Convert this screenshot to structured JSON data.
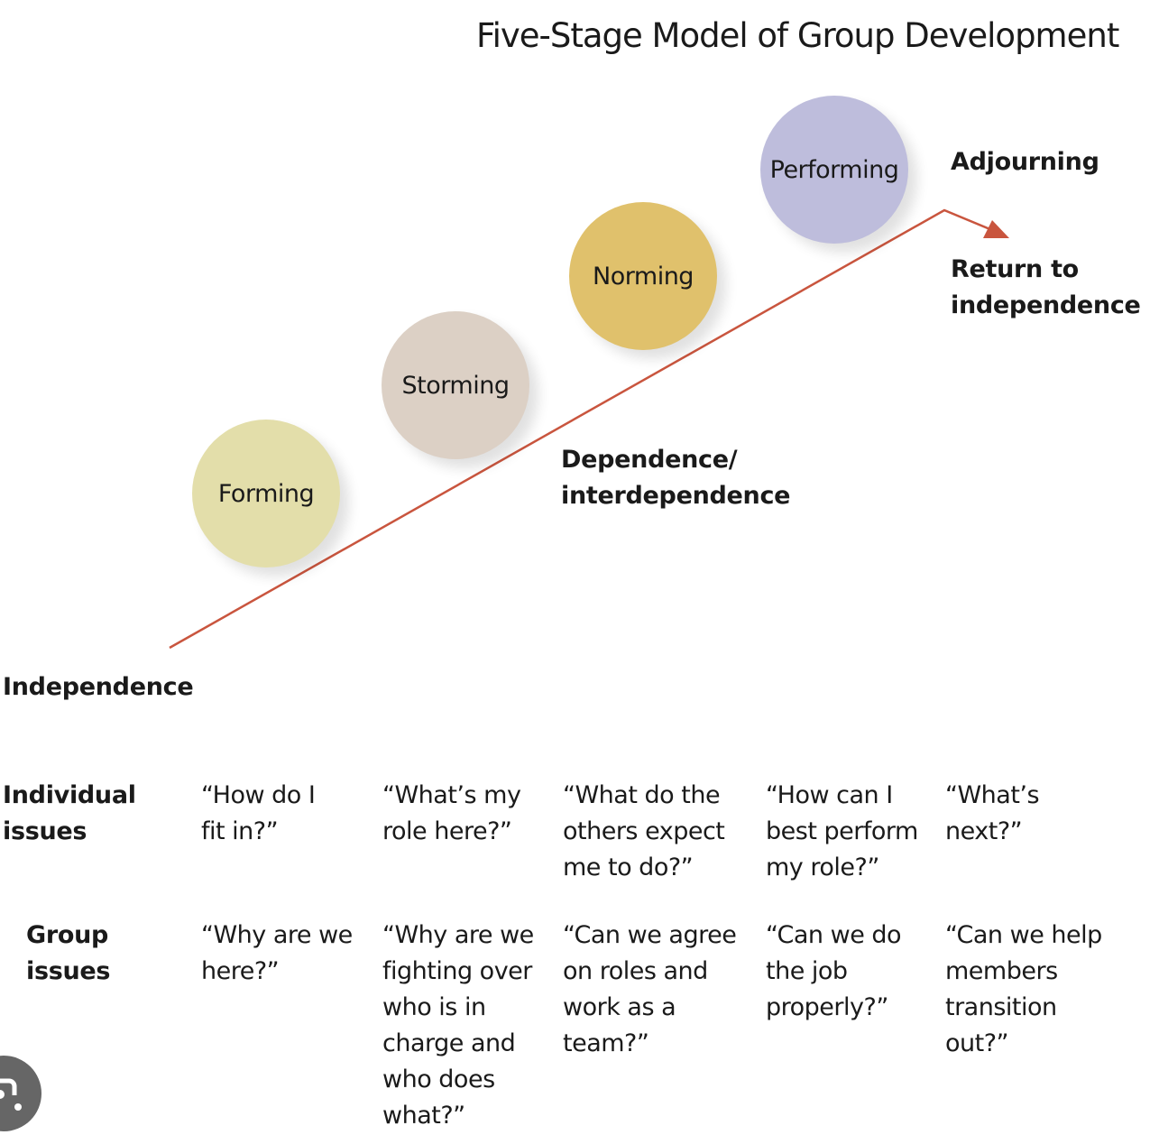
{
  "title": "Five-Stage Model of Group Development",
  "stages": [
    {
      "label": "Forming",
      "color": "#e3deaa"
    },
    {
      "label": "Storming",
      "color": "#dcd0c5"
    },
    {
      "label": "Norming",
      "color": "#e0c16c"
    },
    {
      "label": "Performing",
      "color": "#bebddc"
    }
  ],
  "adjourning": "Adjourning",
  "return_to_independence": "Return to\nindependence",
  "dependence": "Dependence/\ninterdependence",
  "independence": "Independence",
  "line_color": "#c9553e",
  "rows": {
    "individual": {
      "label": "Individual\n  issues",
      "cells": [
        "“How do I\nfit in?”",
        "“What’s my\nrole here?”",
        "“What do the\nothers expect\nme to do?”",
        "“How can I\nbest perform\nmy role?”",
        "“What’s\nnext?”"
      ]
    },
    "group": {
      "label": "Group\nissues",
      "cells": [
        "“Why are we\nhere?”",
        "“Why are we\nfighting over\nwho is in\ncharge and\nwho does\nwhat?”",
        "“Can we agree\non roles and\nwork as a\nteam?”",
        "“Can we do\nthe job\nproperly?”",
        "“Can we help\nmembers\ntransition\nout?”"
      ]
    }
  }
}
